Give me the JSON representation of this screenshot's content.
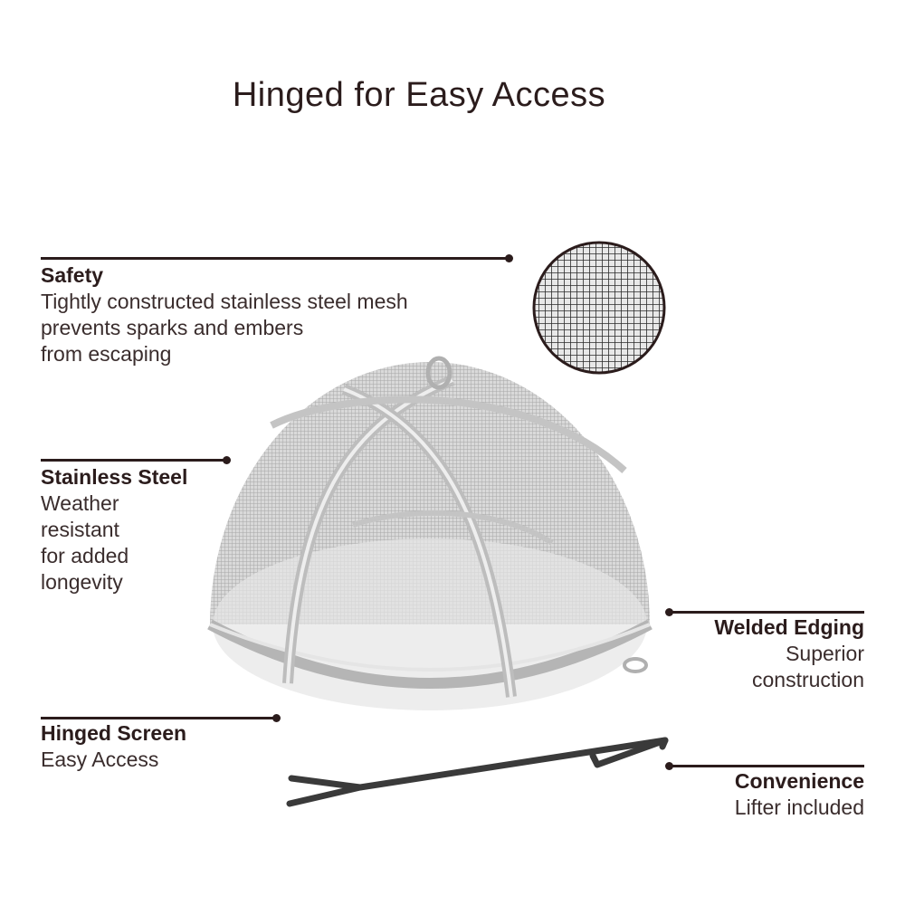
{
  "title": "Hinged for Easy Access",
  "callouts": {
    "safety": {
      "heading": "Safety",
      "lines": [
        "Tightly constructed stainless steel mesh",
        "prevents sparks and embers",
        "from escaping"
      ]
    },
    "stainless": {
      "heading": "Stainless Steel",
      "lines": [
        "Weather",
        "resistant",
        "for added",
        "longevity"
      ]
    },
    "welded": {
      "heading": "Welded Edging",
      "lines": [
        "Superior",
        "construction"
      ]
    },
    "hinged": {
      "heading": "Hinged Screen",
      "lines": [
        "Easy Access"
      ]
    },
    "convenience": {
      "heading": "Convenience",
      "lines": [
        "Lifter included"
      ]
    }
  },
  "colors": {
    "text": "#2b1c1c",
    "steel": "#c9c9c9",
    "lifter": "#3a3a3a"
  }
}
